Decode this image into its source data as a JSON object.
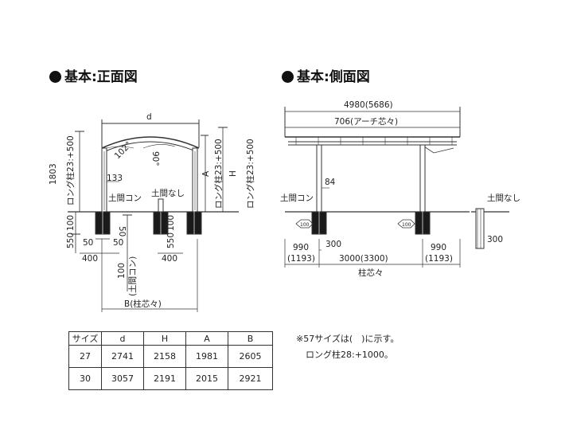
{
  "headings": {
    "front": "基本:正面図",
    "side": "基本:側面図"
  },
  "front_view": {
    "d": "d",
    "radius_lbl": "1803",
    "long_post_lbl": "ロング柱23:+500",
    "angle1": "102°",
    "angle2": "90°",
    "dim_133": "133",
    "doma_con": "土間コン",
    "doma_nashi": "土間なし",
    "a_lbl": "A",
    "h_lbl": "H",
    "long_post_a": "ロング柱23:+500",
    "long_post_h": "ロング柱23:+500",
    "dim_100_550_left": "100",
    "dim_550_left": "550",
    "dim_50_a": "50",
    "dim_50_b": "50",
    "dim_50_c": "50",
    "dim_400_a": "400",
    "dim_400_b": "400",
    "dim_100_550_mid_a": "100",
    "dim_100_550_mid_b": "550",
    "dim_100_dm": "100",
    "doma_con_vert": "(土間コン)",
    "b_lbl": "B(柱芯々)"
  },
  "side_view": {
    "total": "4980(5686)",
    "arch": "706(アーチ芯々)",
    "dim_84": "84",
    "doma_con": "土間コン",
    "doma_nashi": "土間なし",
    "gl_badge": "100",
    "dim_990_l": "990",
    "dim_1193_l": "(1193)",
    "dim_300_l": "300",
    "dim_3000": "3000(3300)",
    "dim_990_r": "990",
    "dim_1193_r": "(1193)",
    "dim_300_r": "300",
    "center_lbl": "柱芯々"
  },
  "table": {
    "headers": [
      "サイズ",
      "d",
      "H",
      "A",
      "B"
    ],
    "rows": [
      [
        "27",
        "2741",
        "2158",
        "1981",
        "2605"
      ],
      [
        "30",
        "3057",
        "2191",
        "2015",
        "2921"
      ]
    ]
  },
  "notes": {
    "line1": "※57サイズは(　)に示す。",
    "line2": "ロング柱28:+1000。"
  }
}
